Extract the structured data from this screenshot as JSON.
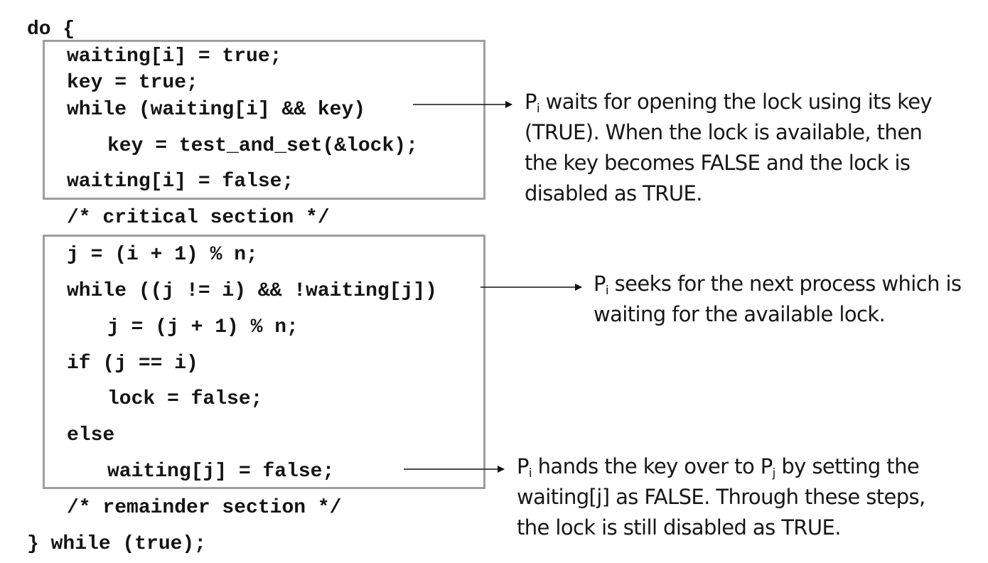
{
  "code": {
    "do_open": "do {",
    "entry_waiting_true": "waiting[i] = true;",
    "entry_key_true": "key = true;",
    "entry_while": "while (waiting[i] && key)",
    "entry_test_and_set": "key = test_and_set(&lock);",
    "entry_waiting_false": "waiting[i] = false;",
    "critical_section": "/* critical section */",
    "exit_j_assign": "j = (i + 1) % n;",
    "exit_while": "while ((j != i) && !waiting[j])",
    "exit_j_increment": "j = (j + 1) % n;",
    "exit_if": "if (j == i)",
    "exit_lock_false": "lock = false;",
    "exit_else": "else",
    "exit_waiting_j_false": "waiting[j] = false;",
    "remainder_section": "/* remainder section */",
    "while_close": "} while (true);"
  },
  "annotations": {
    "waits": {
      "p": "P",
      "sub": "i",
      "line1_rest": " waits for opening the lock using its key",
      "line2": "(TRUE). When the lock is available, then",
      "line3": "the key becomes FALSE and the lock is",
      "line4": "disabled as TRUE."
    },
    "seeks": {
      "p": "P",
      "sub": "i",
      "line1_rest": " seeks for the next process which is",
      "line2": "waiting for the available lock."
    },
    "hands": {
      "p1": "P",
      "sub1": "i",
      "text1": " hands the key over to ",
      "p2": "P",
      "sub2": "j",
      "text2": " by setting the",
      "line2": "waiting[j] as FALSE. Through these steps,",
      "line3": "the lock is still disabled as TRUE."
    }
  },
  "colors": {
    "box_border": "#9e9e9e",
    "text": "#141414",
    "arrow": "#111111"
  }
}
